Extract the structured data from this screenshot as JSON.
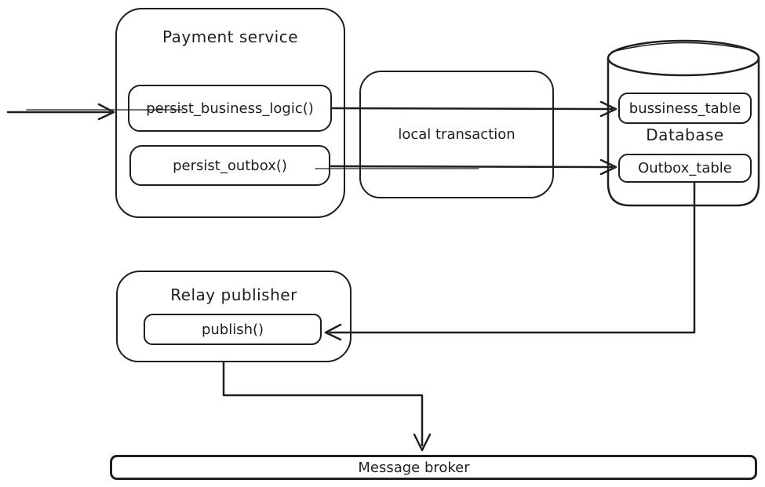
{
  "colors": {
    "stroke": "#1e1e1e",
    "background": "#ffffff"
  },
  "nodes": {
    "payment_service": {
      "title": "Payment service"
    },
    "persist_business_logic": {
      "label": "persist_business_logic()"
    },
    "persist_outbox": {
      "label": "persist_outbox()"
    },
    "local_transaction": {
      "label": "local transaction"
    },
    "database": {
      "label": "Database"
    },
    "business_table": {
      "label": "bussiness_table"
    },
    "outbox_table": {
      "label": "Outbox_table"
    },
    "relay_publisher": {
      "title": "Relay publisher"
    },
    "publish": {
      "label": "publish()"
    },
    "message_broker": {
      "label": "Message broker"
    }
  },
  "edges": [
    {
      "from": "input",
      "to": "persist_business_logic",
      "style": "arrow"
    },
    {
      "from": "persist_business_logic",
      "to": "business_table",
      "style": "arrow",
      "through": "local_transaction"
    },
    {
      "from": "persist_outbox",
      "to": "outbox_table",
      "style": "arrow",
      "through": "local_transaction"
    },
    {
      "from": "outbox_table",
      "to": "publish",
      "style": "arrow"
    },
    {
      "from": "relay_publisher",
      "to": "message_broker",
      "style": "arrow"
    }
  ]
}
